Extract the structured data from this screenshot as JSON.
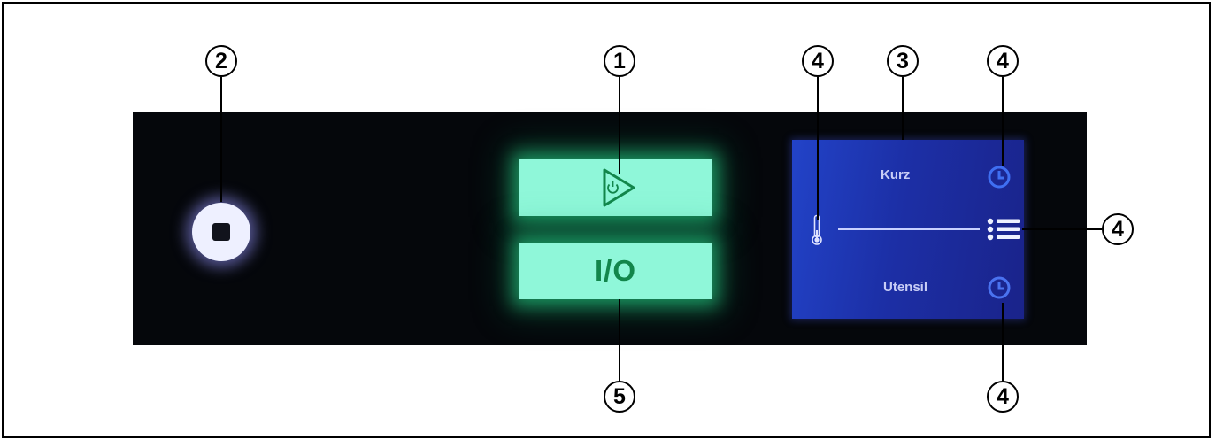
{
  "screen": {
    "program_top": "Kurz",
    "program_bottom": "Utensil"
  },
  "buttons": {
    "onoff_label": "I/O"
  },
  "icons": {
    "stop": "stop-icon",
    "start": "start-play-power-icon",
    "thermometer": "thermometer-icon",
    "clock": "clock-icon",
    "menu": "list-menu-icon"
  },
  "callouts": {
    "c1": "1",
    "c2": "2",
    "c3": "3",
    "c4a": "4",
    "c4b": "4",
    "c4c": "4",
    "c4d": "4",
    "c5": "5"
  },
  "colors": {
    "panel": "#05070b",
    "button_glow": "#8ff7d9",
    "button_text": "#12864b",
    "screen": "#1c2fa6",
    "stop_button": "#eef0ff"
  }
}
